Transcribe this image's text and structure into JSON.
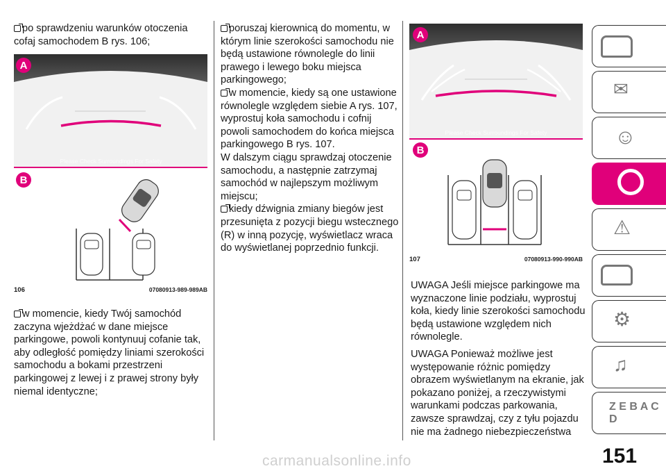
{
  "colors": {
    "accent": "#e0007a",
    "screen": "#3a3a3a",
    "screen_floor": "#efefef"
  },
  "col1": {
    "p1": "po sprawdzeniu warunków otoczenia cofaj samochodem B rys. 106;",
    "p2": "w momencie, kiedy Twój samochód zaczyna wjeżdżać w dane miejsce parkingowe, powoli kontynuuj cofanie tak, aby odległość pomiędzy liniami szerokości samochodu a bokami przestrzeni parkingowej z lewej i z prawej strony były niemal identyczne;"
  },
  "col2": {
    "p1": "poruszaj kierownicą do momentu, w którym linie szerokości samochodu nie będą ustawione równolegle do linii prawego i lewego boku miejsca parkingowego;",
    "p2": "w momencie, kiedy są one ustawione równolegle względem siebie A rys. 107, wyprostuj koła samochodu i cofnij powoli samochodem do końca miejsca parkingowego B rys. 107.",
    "p3": "W dalszym ciągu sprawdzaj otoczenie samochodu, a następnie zatrzymaj samochód w najlepszym możliwym miejscu;",
    "p4": "kiedy dźwignia zmiany biegów jest przesunięta z pozycji biegu wstecznego (R) w inną pozycję, wyświetlacz wraca do wyświetlanej poprzednio funkcji."
  },
  "col3": {
    "p1": "UWAGA Jeśli miejsce parkingowe ma wyznaczone linie podziału, wyprostuj koła, kiedy linie szerokości samochodu będą ustawione względem nich równolegle.",
    "p2": "UWAGA Ponieważ możliwe jest występowanie różnic pomiędzy obrazem wyświetlanym na ekranie, jak pokazano poniżej, a rzeczywistymi warunkami podczas parkowania, zawsze sprawdzaj, czy z tyłu pojazdu nie ma żadnego niebezpieczeństwa"
  },
  "fig106": {
    "label_a": "A",
    "label_b": "B",
    "safety": "Please Check Surroundings For Safety",
    "num": "106",
    "code": "07080913-989-989AB"
  },
  "fig107": {
    "label_a": "A",
    "label_b": "B",
    "safety": "Please Check Surroundings For Safety",
    "num": "107",
    "code": "07080913-990-990AB"
  },
  "sidebar_icons": [
    "car-dashboard-icon",
    "warning-lights-icon",
    "airbag-safety-icon",
    "key-steering-wheel-icon",
    "breakdown-icon",
    "car-service-icon",
    "car-settings-icon",
    "multimedia-icon",
    "alphabet-index-icon"
  ],
  "page_number": "151",
  "watermark": "carmanualsonline.info"
}
